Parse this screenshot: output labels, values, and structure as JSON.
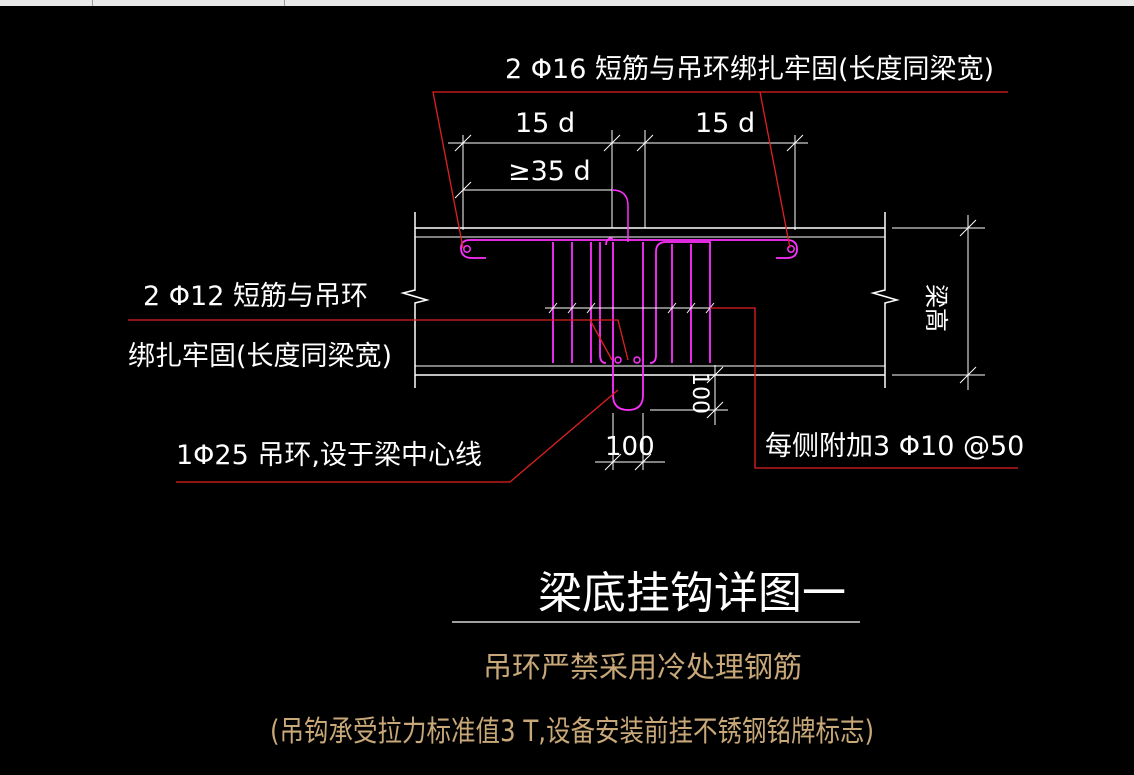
{
  "labels": {
    "top_short_bar": "2 Φ16 短筋与吊环绑扎牢固(长度同梁宽)",
    "dim_15d_left": "15 d",
    "dim_15d_right": "15 d",
    "dim_35d": "≥35 d",
    "left_short_bar_line1": "2 Φ12 短筋与吊环",
    "left_short_bar_line2": "绑扎牢固(长度同梁宽)",
    "beam_height": "梁高",
    "dim_100_vertical": "100",
    "dim_100_horizontal": "100",
    "hanging_ring": "1Φ25 吊环,设于梁中心线",
    "stirrups_note": "每侧附加3 Φ10 @50"
  },
  "title": "梁底挂钩详图一",
  "notes": {
    "line1": "吊环严禁采用冷处理钢筋",
    "line2": "(吊钩承受拉力标准值3 T,设备安装前挂不锈钢铭牌标志)"
  },
  "colors": {
    "background": "#000000",
    "leader": "#e02020",
    "rebar": "#ff30ff",
    "dimension": "#ffffff",
    "beam_edge": "#ffffff",
    "note_text": "#c8a878"
  }
}
